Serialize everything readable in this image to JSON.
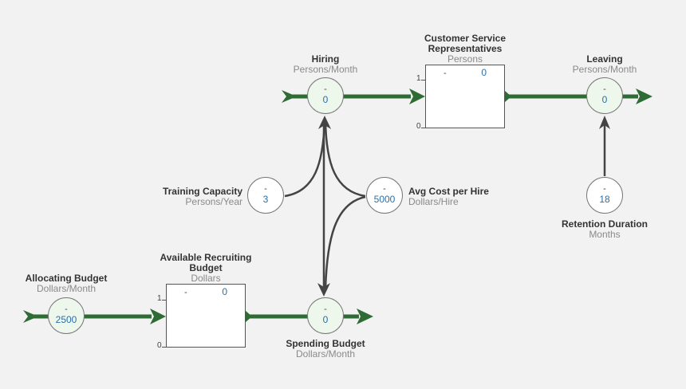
{
  "stocks": {
    "csr": {
      "name_line1": "Customer Service",
      "name_line2": "Representatives",
      "unit": "Persons",
      "dash": "-",
      "value": "0",
      "axis_top": "1",
      "axis_bottom": "0"
    },
    "budget": {
      "name_line1": "Available Recruiting",
      "name_line2": "Budget",
      "unit": "Dollars",
      "dash": "-",
      "value": "0",
      "axis_top": "1",
      "axis_bottom": "0"
    }
  },
  "flows": {
    "hiring": {
      "name": "Hiring",
      "unit": "Persons/Month",
      "dash": "-",
      "value": "0"
    },
    "leaving": {
      "name": "Leaving",
      "unit": "Persons/Month",
      "dash": "-",
      "value": "0"
    },
    "allocating": {
      "name": "Allocating Budget",
      "unit": "Dollars/Month",
      "dash": "-",
      "value": "2500"
    },
    "spending": {
      "name": "Spending Budget",
      "unit": "Dollars/Month",
      "dash": "-",
      "value": "0"
    }
  },
  "variables": {
    "training": {
      "name": "Training Capacity",
      "unit": "Persons/Year",
      "dash": "-",
      "value": "3"
    },
    "cost": {
      "name": "Avg Cost per Hire",
      "unit": "Dollars/Hire",
      "dash": "-",
      "value": "5000"
    },
    "retention": {
      "name": "Retention Duration",
      "unit": "Months",
      "dash": "-",
      "value": "18"
    }
  },
  "colors": {
    "flow_pipe": "#2e6b35",
    "link": "#444444",
    "value": "#2a6fa8",
    "flow_fill": "#eef7ec"
  }
}
